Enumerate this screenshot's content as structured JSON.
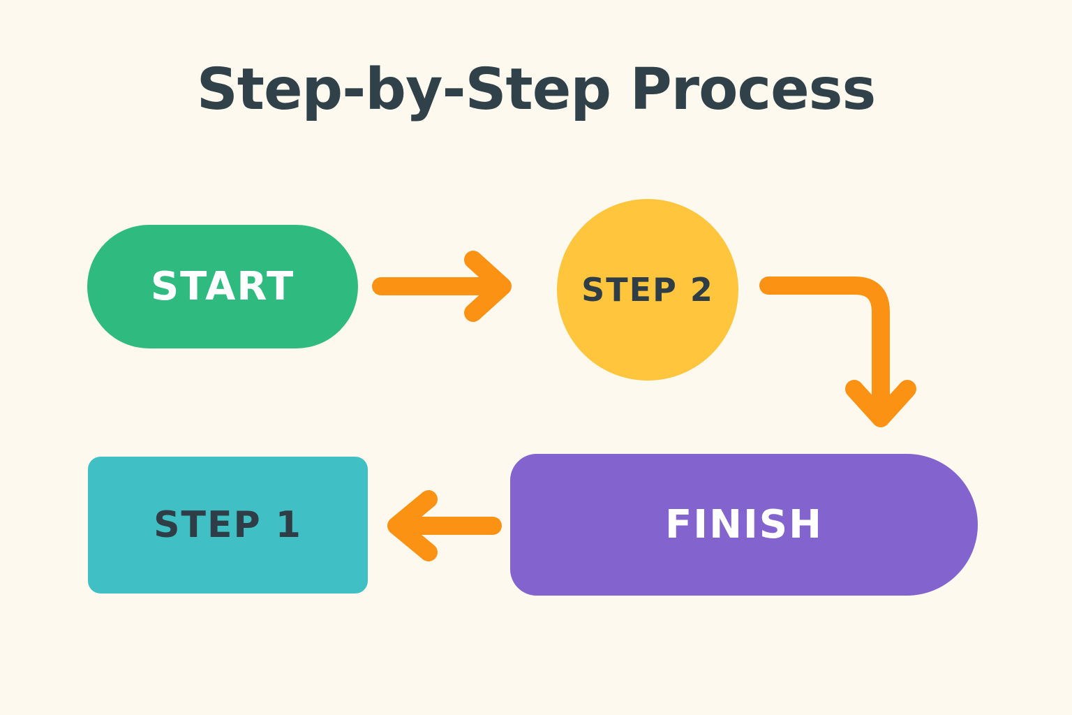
{
  "page": {
    "background_color": "#FDF9EE",
    "title": "Step-by-Step Process",
    "title_color": "#30414A"
  },
  "diagram": {
    "type": "flowchart",
    "nodes": [
      {
        "id": "start",
        "label": "START",
        "shape": "stadium",
        "fill": "#2FBA80",
        "text_color": "#FFFFFF"
      },
      {
        "id": "step2",
        "label": "STEP 2",
        "shape": "circle",
        "fill": "#FFC53D",
        "text_color": "#2F3E46"
      },
      {
        "id": "step1",
        "label": "STEP 1",
        "shape": "rounded-rectangle",
        "fill": "#40BFC5",
        "text_color": "#2F3E46"
      },
      {
        "id": "finish",
        "label": "FINISH",
        "shape": "rounded-rectangle-right-capsule",
        "fill": "#8363CD",
        "text_color": "#FFFFFF"
      }
    ],
    "connectors": [
      {
        "id": "start-to-step2",
        "from": "start",
        "to": "step2",
        "direction": "right",
        "style": "straight",
        "color": "#FB9214"
      },
      {
        "id": "step2-to-finish",
        "from": "step2",
        "to": "finish",
        "direction": "right-then-down",
        "style": "elbow",
        "color": "#FB9214"
      },
      {
        "id": "finish-to-step1",
        "from": "finish",
        "to": "step1",
        "direction": "left",
        "style": "straight",
        "color": "#FB9214"
      }
    ]
  }
}
